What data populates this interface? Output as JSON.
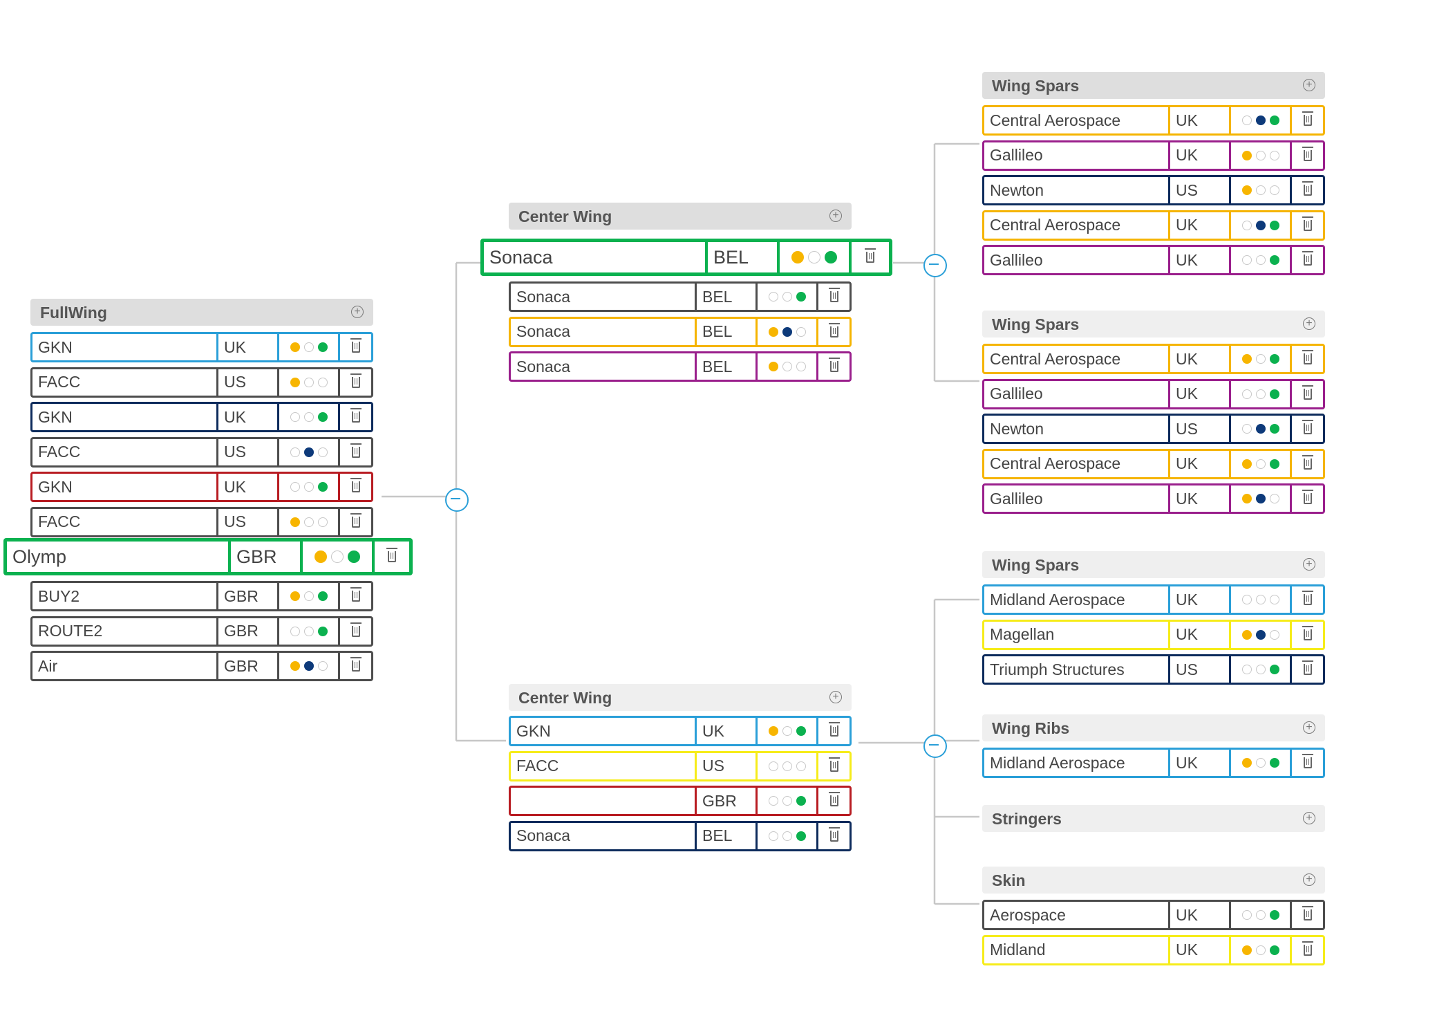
{
  "colors": {
    "cyan": "#2a9fd8",
    "gray": "#4d4d4d",
    "navy": "#0d2b5c",
    "red": "#b81c22",
    "orange": "#f5b400",
    "purple": "#9a1f8c",
    "yellow": "#f6ec1a",
    "green": "#0bb14f"
  },
  "groups": [
    {
      "id": "fullwing",
      "title": "FullWing",
      "rows": [
        {
          "name": "GKN",
          "code": "UK",
          "dots": [
            "y",
            "e",
            "g"
          ],
          "color": "cyan"
        },
        {
          "name": "FACC",
          "code": "US",
          "dots": [
            "y",
            "e",
            "e"
          ],
          "color": "gray"
        },
        {
          "name": "GKN",
          "code": "UK",
          "dots": [
            "e",
            "e",
            "g"
          ],
          "color": "navy"
        },
        {
          "name": "FACC",
          "code": "US",
          "dots": [
            "e",
            "b",
            "e"
          ],
          "color": "gray"
        },
        {
          "name": "GKN",
          "code": "UK",
          "dots": [
            "e",
            "e",
            "g"
          ],
          "color": "red"
        },
        {
          "name": "FACC",
          "code": "US",
          "dots": [
            "y",
            "e",
            "e"
          ],
          "color": "gray"
        },
        {
          "name": "Olymp",
          "code": "GBR",
          "dots": [
            "y",
            "e",
            "g"
          ],
          "color": "green",
          "selected": true
        },
        {
          "name": "BUY2",
          "code": "GBR",
          "dots": [
            "y",
            "e",
            "g"
          ],
          "color": "gray"
        },
        {
          "name": "ROUTE2",
          "code": "GBR",
          "dots": [
            "e",
            "e",
            "g"
          ],
          "color": "gray"
        },
        {
          "name": "Air",
          "code": "GBR",
          "dots": [
            "y",
            "b",
            "e"
          ],
          "color": "gray"
        }
      ]
    },
    {
      "id": "center-wing-1",
      "title": "Center Wing",
      "rows": [
        {
          "name": "Sonaca",
          "code": "BEL",
          "dots": [
            "y",
            "e",
            "g"
          ],
          "color": "green",
          "selected": true
        },
        {
          "name": "Sonaca",
          "code": "BEL",
          "dots": [
            "e",
            "e",
            "g"
          ],
          "color": "gray"
        },
        {
          "name": "Sonaca",
          "code": "BEL",
          "dots": [
            "y",
            "b",
            "e"
          ],
          "color": "orange"
        },
        {
          "name": "Sonaca",
          "code": "BEL",
          "dots": [
            "y",
            "e",
            "e"
          ],
          "color": "purple"
        }
      ]
    },
    {
      "id": "center-wing-2",
      "title": "Center Wing",
      "rows": [
        {
          "name": "GKN",
          "code": "UK",
          "dots": [
            "y",
            "e",
            "g"
          ],
          "color": "cyan"
        },
        {
          "name": "FACC",
          "code": "US",
          "dots": [
            "e",
            "e",
            "e"
          ],
          "color": "yellow"
        },
        {
          "name": "",
          "code": "GBR",
          "dots": [
            "e",
            "e",
            "g"
          ],
          "color": "red"
        },
        {
          "name": "Sonaca",
          "code": "BEL",
          "dots": [
            "e",
            "e",
            "g"
          ],
          "color": "navy"
        }
      ]
    },
    {
      "id": "wing-spars-1",
      "title": "Wing Spars",
      "rows": [
        {
          "name": "Central Aerospace",
          "code": "UK",
          "dots": [
            "e",
            "b",
            "g"
          ],
          "color": "orange"
        },
        {
          "name": "Gallileo",
          "code": "UK",
          "dots": [
            "y",
            "e",
            "e"
          ],
          "color": "purple"
        },
        {
          "name": "Newton",
          "code": "US",
          "dots": [
            "y",
            "e",
            "e"
          ],
          "color": "navy"
        },
        {
          "name": "Central Aerospace",
          "code": "UK",
          "dots": [
            "e",
            "b",
            "g"
          ],
          "color": "orange"
        },
        {
          "name": "Gallileo",
          "code": "UK",
          "dots": [
            "e",
            "e",
            "g"
          ],
          "color": "purple"
        }
      ]
    },
    {
      "id": "wing-spars-2",
      "title": "Wing Spars",
      "rows": [
        {
          "name": "Central Aerospace",
          "code": "UK",
          "dots": [
            "y",
            "e",
            "g"
          ],
          "color": "orange"
        },
        {
          "name": "Gallileo",
          "code": "UK",
          "dots": [
            "e",
            "e",
            "g"
          ],
          "color": "purple"
        },
        {
          "name": "Newton",
          "code": "US",
          "dots": [
            "e",
            "b",
            "g"
          ],
          "color": "navy"
        },
        {
          "name": "Central Aerospace",
          "code": "UK",
          "dots": [
            "y",
            "e",
            "g"
          ],
          "color": "orange"
        },
        {
          "name": "Gallileo",
          "code": "UK",
          "dots": [
            "y",
            "b",
            "e"
          ],
          "color": "purple"
        }
      ]
    },
    {
      "id": "wing-spars-3",
      "title": "Wing Spars",
      "rows": [
        {
          "name": "Midland Aerospace",
          "code": "UK",
          "dots": [
            "e",
            "e",
            "e"
          ],
          "color": "cyan"
        },
        {
          "name": "Magellan",
          "code": "UK",
          "dots": [
            "y",
            "b",
            "e"
          ],
          "color": "yellow"
        },
        {
          "name": "Triumph Structures",
          "code": "US",
          "dots": [
            "e",
            "e",
            "g"
          ],
          "color": "navy"
        }
      ]
    },
    {
      "id": "wing-ribs",
      "title": "Wing Ribs",
      "rows": [
        {
          "name": "Midland Aerospace",
          "code": "UK",
          "dots": [
            "y",
            "e",
            "g"
          ],
          "color": "cyan"
        }
      ]
    },
    {
      "id": "stringers",
      "title": "Stringers",
      "rows": []
    },
    {
      "id": "skin",
      "title": "Skin",
      "rows": [
        {
          "name": "Aerospace",
          "code": "UK",
          "dots": [
            "e",
            "e",
            "g"
          ],
          "color": "gray"
        },
        {
          "name": "Midland",
          "code": "UK",
          "dots": [
            "y",
            "e",
            "g"
          ],
          "color": "yellow"
        }
      ]
    }
  ]
}
